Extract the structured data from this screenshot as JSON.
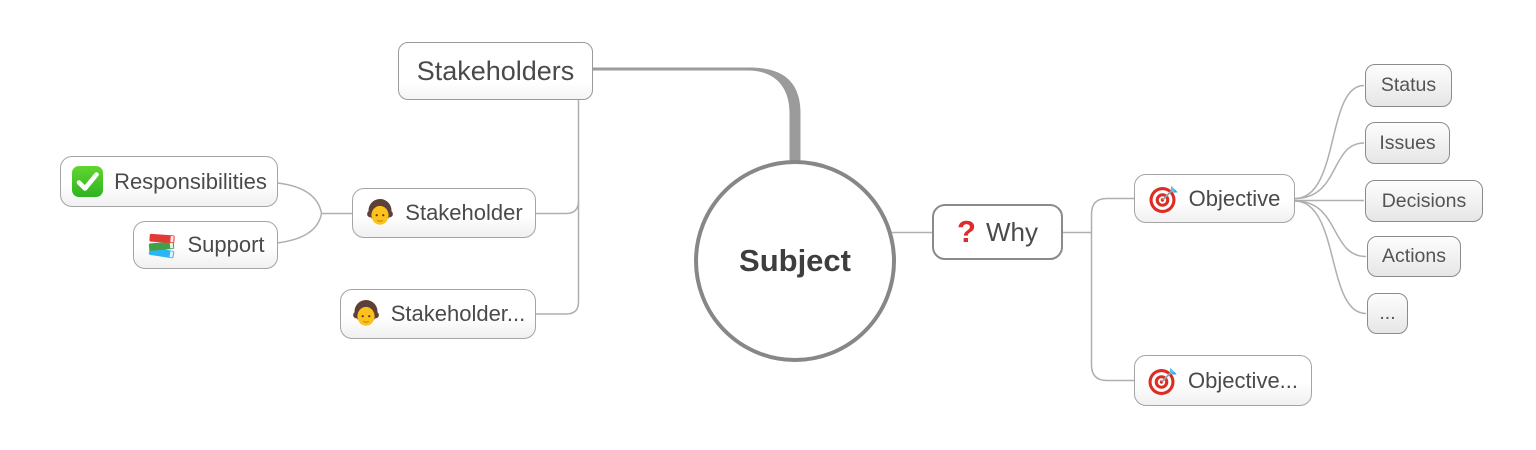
{
  "diagram": {
    "type": "mindmap",
    "nodes": {
      "subject": {
        "label": "Subject"
      },
      "stakeholders": {
        "label": "Stakeholders"
      },
      "responsibilities": {
        "label": "Responsibilities",
        "icon": "check-icon"
      },
      "support": {
        "label": "Support",
        "icon": "books-icon"
      },
      "stakeholder": {
        "label": "Stakeholder",
        "icon": "person-icon"
      },
      "stakeholder_more": {
        "label": "Stakeholder...",
        "icon": "person-icon"
      },
      "why": {
        "label": "Why",
        "icon": "question-mark-icon"
      },
      "objective": {
        "label": "Objective",
        "icon": "target-icon"
      },
      "objective_more": {
        "label": "Objective...",
        "icon": "target-icon"
      },
      "status": {
        "label": "Status"
      },
      "issues": {
        "label": "Issues"
      },
      "decisions": {
        "label": "Decisions"
      },
      "actions": {
        "label": "Actions"
      },
      "more": {
        "label": "..."
      }
    },
    "icon_glyphs": {
      "question_mark": "?"
    },
    "colors": {
      "connector": "#afafaf",
      "thick_connector": "#9b9b9b",
      "node_border": "#a4a4a4",
      "circle_border": "#878787",
      "text": "#4a4a4a",
      "accent_red": "#e02b2b",
      "check_green": "#47c818",
      "target_red": "#dd2c22",
      "dart_blue": "#4fc3f7"
    }
  }
}
